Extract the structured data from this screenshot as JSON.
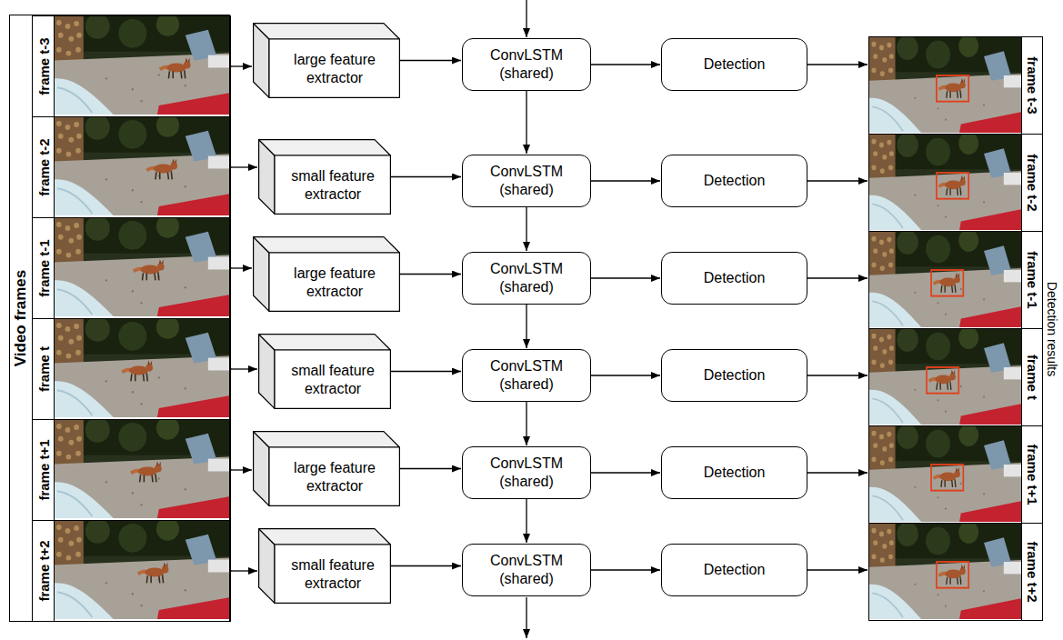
{
  "diagram": {
    "nodes": [
      {
        "text": [
          "Video frames"
        ]
      },
      {
        "text": [
          "frame t-3"
        ],
        "in": 0
      },
      {
        "text": [
          "frame t-2"
        ],
        "in": 0
      },
      {
        "text": [
          "frame t-1"
        ],
        "in": 0
      },
      {
        "text": [
          "frame t"
        ],
        "in": 0
      },
      {
        "text": [
          "frame t+1"
        ],
        "in": 0
      },
      {
        "text": [
          "frame t+2"
        ],
        "in": 0
      },
      {
        "text": [
          "Detection results"
        ]
      },
      {
        "text": [
          "frame t-3"
        ],
        "in": 7
      },
      {
        "text": [
          "frame t-2"
        ],
        "in": 7
      },
      {
        "text": [
          "frame t-1"
        ],
        "in": 7
      },
      {
        "text": [
          "frame t"
        ],
        "in": 7
      },
      {
        "text": [
          "frame t+1"
        ],
        "in": 7
      },
      {
        "text": [
          "frame t+2"
        ],
        "in": 7
      },
      {
        "text": [
          "large feature extractor"
        ]
      },
      {
        "text": [
          "small feature extractor"
        ]
      },
      {
        "text": [
          "large feature extractor"
        ]
      },
      {
        "text": [
          "small feature extractor"
        ]
      },
      {
        "text": [
          "large feature extractor"
        ]
      },
      {
        "text": [
          "small feature extractor"
        ]
      },
      {
        "text": [
          "ConvLSTM (shared)"
        ]
      },
      {
        "text": [
          "ConvLSTM (shared)"
        ]
      },
      {
        "text": [
          "ConvLSTM (shared)"
        ]
      },
      {
        "text": [
          "ConvLSTM (shared)"
        ]
      },
      {
        "text": [
          "ConvLSTM (shared)"
        ]
      },
      {
        "text": [
          "ConvLSTM (shared)"
        ]
      },
      {
        "text": [
          "Detection"
        ]
      },
      {
        "text": [
          "Detection"
        ]
      },
      {
        "text": [
          "Detection"
        ]
      },
      {
        "text": [
          "Detection"
        ]
      },
      {
        "text": [
          "Detection"
        ]
      },
      {
        "text": [
          "Detection"
        ]
      }
    ],
    "edges": [
      {
        "from": 1,
        "to": 14,
        "arrow": "to"
      },
      {
        "from": 14,
        "to": 20,
        "arrow": "to"
      },
      {
        "from": 20,
        "to": 26,
        "arrow": "to"
      },
      {
        "from": 26,
        "to": 8,
        "arrow": "to"
      },
      {
        "from": 2,
        "to": 15,
        "arrow": "to"
      },
      {
        "from": 15,
        "to": 21,
        "arrow": "to"
      },
      {
        "from": 21,
        "to": 27,
        "arrow": "to"
      },
      {
        "from": 27,
        "to": 9,
        "arrow": "to"
      },
      {
        "from": 3,
        "to": 16,
        "arrow": "to"
      },
      {
        "from": 16,
        "to": 22,
        "arrow": "to"
      },
      {
        "from": 22,
        "to": 28,
        "arrow": "to"
      },
      {
        "from": 28,
        "to": 10,
        "arrow": "to"
      },
      {
        "from": 4,
        "to": 17,
        "arrow": "to"
      },
      {
        "from": 17,
        "to": 23,
        "arrow": "to"
      },
      {
        "from": 23,
        "to": 29,
        "arrow": "to"
      },
      {
        "from": 29,
        "to": 11,
        "arrow": "to"
      },
      {
        "from": 5,
        "to": 18,
        "arrow": "to"
      },
      {
        "from": 18,
        "to": 24,
        "arrow": "to"
      },
      {
        "from": 24,
        "to": 30,
        "arrow": "to"
      },
      {
        "from": 30,
        "to": 12,
        "arrow": "to"
      },
      {
        "from": 6,
        "to": 19,
        "arrow": "to"
      },
      {
        "from": 19,
        "to": 25,
        "arrow": "to"
      },
      {
        "from": 25,
        "to": 31,
        "arrow": "to"
      },
      {
        "from": 31,
        "to": 13,
        "arrow": "to"
      },
      {
        "from": 20,
        "to": 21,
        "arrow": "to"
      },
      {
        "from": 21,
        "to": 22,
        "arrow": "to"
      },
      {
        "from": 22,
        "to": 23,
        "arrow": "to"
      },
      {
        "from": 23,
        "to": 24,
        "arrow": "to"
      },
      {
        "from": 24,
        "to": 25,
        "arrow": "to"
      }
    ]
  }
}
